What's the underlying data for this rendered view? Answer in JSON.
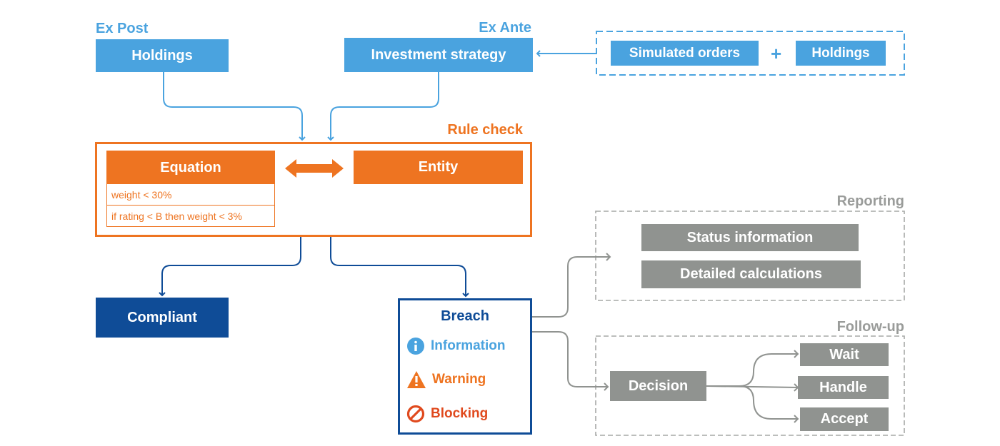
{
  "top": {
    "ex_post_label": "Ex Post",
    "ex_post_box": "Holdings",
    "ex_ante_label": "Ex Ante",
    "ex_ante_box": "Investment strategy",
    "simulated_orders": "Simulated orders",
    "plus": "+",
    "holdings_right": "Holdings"
  },
  "rule_check": {
    "title": "Rule check",
    "equation": "Equation",
    "entity": "Entity",
    "equation_rows": [
      "weight < 30%",
      "if rating < B then weight < 3%"
    ]
  },
  "outcomes": {
    "compliant": "Compliant",
    "breach_title": "Breach",
    "information": "Information",
    "warning": "Warning",
    "blocking": "Blocking"
  },
  "reporting": {
    "title": "Reporting",
    "status_information": "Status information",
    "detailed_calculations": "Detailed calculations"
  },
  "follow_up": {
    "title": "Follow-up",
    "decision": "Decision",
    "wait": "Wait",
    "handle": "Handle",
    "accept": "Accept"
  },
  "colors": {
    "light_blue": "#4aa3df",
    "orange": "#ee7421",
    "navy": "#0f4c97",
    "gray": "#909390",
    "red": "#e04a1e"
  },
  "icons": [
    "info-icon",
    "warning-icon",
    "blocking-icon"
  ]
}
